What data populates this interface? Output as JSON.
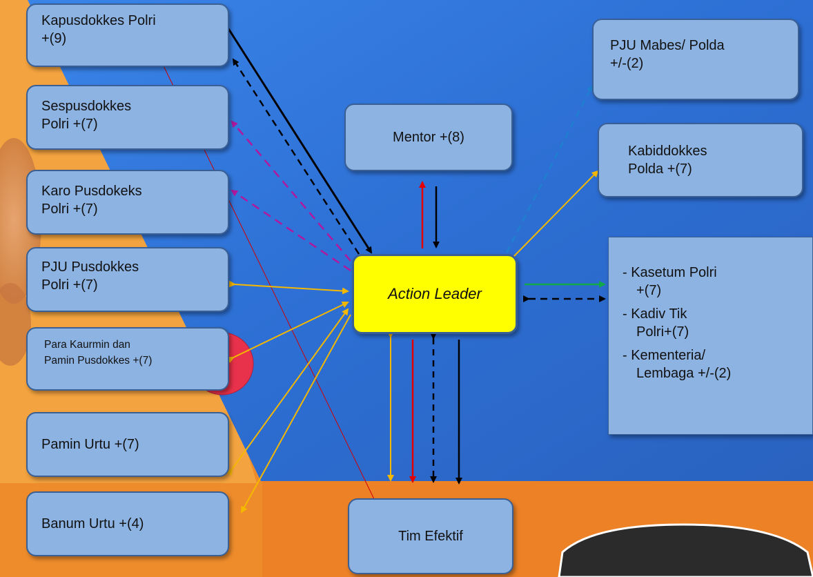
{
  "nodes": {
    "kapusdokkes": [
      "Kapusdokkes Polri",
      "+(9)"
    ],
    "sespusdokkes": [
      "Sespusdokkes",
      "Polri +(7)"
    ],
    "karo": [
      "Karo Pusdokeks",
      "Polri +(7)"
    ],
    "pju_pusdokkes": [
      "PJU Pusdokkes",
      "Polri +(7)"
    ],
    "para_kaurmin": [
      "Para Kaurmin  dan",
      "Pamin Pusdokkes +(7)"
    ],
    "pamin_urtu": "Pamin Urtu +(7)",
    "banum_urtu": "Banum Urtu +(4)",
    "mentor": "Mentor +(8)",
    "action_leader": "Action Leader",
    "tim_efektif": "Tim Efektif",
    "pju_mabes": [
      "PJU Mabes/ Polda",
      "+/-(2)"
    ],
    "kabiddokkes": [
      "Kabiddokkes",
      "Polda +(7)"
    ]
  },
  "right_list": [
    [
      "- Kasetum Polri",
      "+(7)"
    ],
    [
      "- Kadiv Tik",
      "Polri+(7)"
    ],
    [
      "- Kementeria/",
      "Lembaga +/-(2)"
    ]
  ],
  "colors": {
    "node_fill": "#8db3e2",
    "node_border": "#3a5f94",
    "action_leader_fill": "#ffff00",
    "arrow_black": "#000000",
    "arrow_magenta": "#b0199e",
    "arrow_gold": "#f5b800",
    "arrow_red": "#e30000",
    "arrow_blue": "#1f7fd0",
    "arrow_green": "#13a84a",
    "background_blue": "#2f6fd6",
    "background_orange": "#ee8a2a"
  }
}
